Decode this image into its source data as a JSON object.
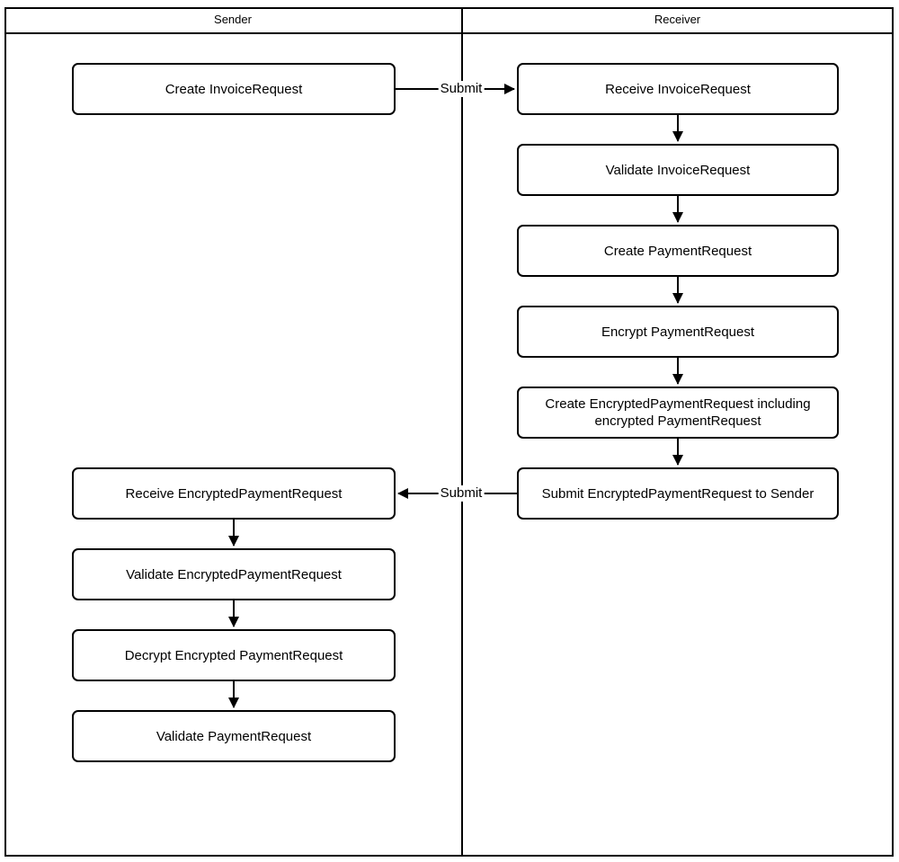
{
  "diagram": {
    "lanes": {
      "sender": "Sender",
      "receiver": "Receiver"
    },
    "nodes": {
      "create_invoice_request": "Create InvoiceRequest",
      "receive_invoice_request": "Receive InvoiceRequest",
      "validate_invoice_request": "Validate InvoiceRequest",
      "create_payment_request": "Create PaymentRequest",
      "encrypt_payment_request": "Encrypt PaymentRequest",
      "create_encrypted_payment_request": "Create EncryptedPaymentRequest including encrypted PaymentRequest",
      "submit_encrypted_payment_request": "Submit EncryptedPaymentRequest to Sender",
      "receive_encrypted_payment_request": "Receive EncryptedPaymentRequest",
      "validate_encrypted_payment_request": "Validate EncryptedPaymentRequest",
      "decrypt_encrypted_payment_request": "Decrypt Encrypted PaymentRequest",
      "validate_payment_request": "Validate PaymentRequest"
    },
    "edges": {
      "submit_invoice_label": "Submit",
      "submit_encrypted_label": "Submit"
    },
    "colors": {
      "stroke": "#000000",
      "fill": "#ffffff"
    }
  }
}
